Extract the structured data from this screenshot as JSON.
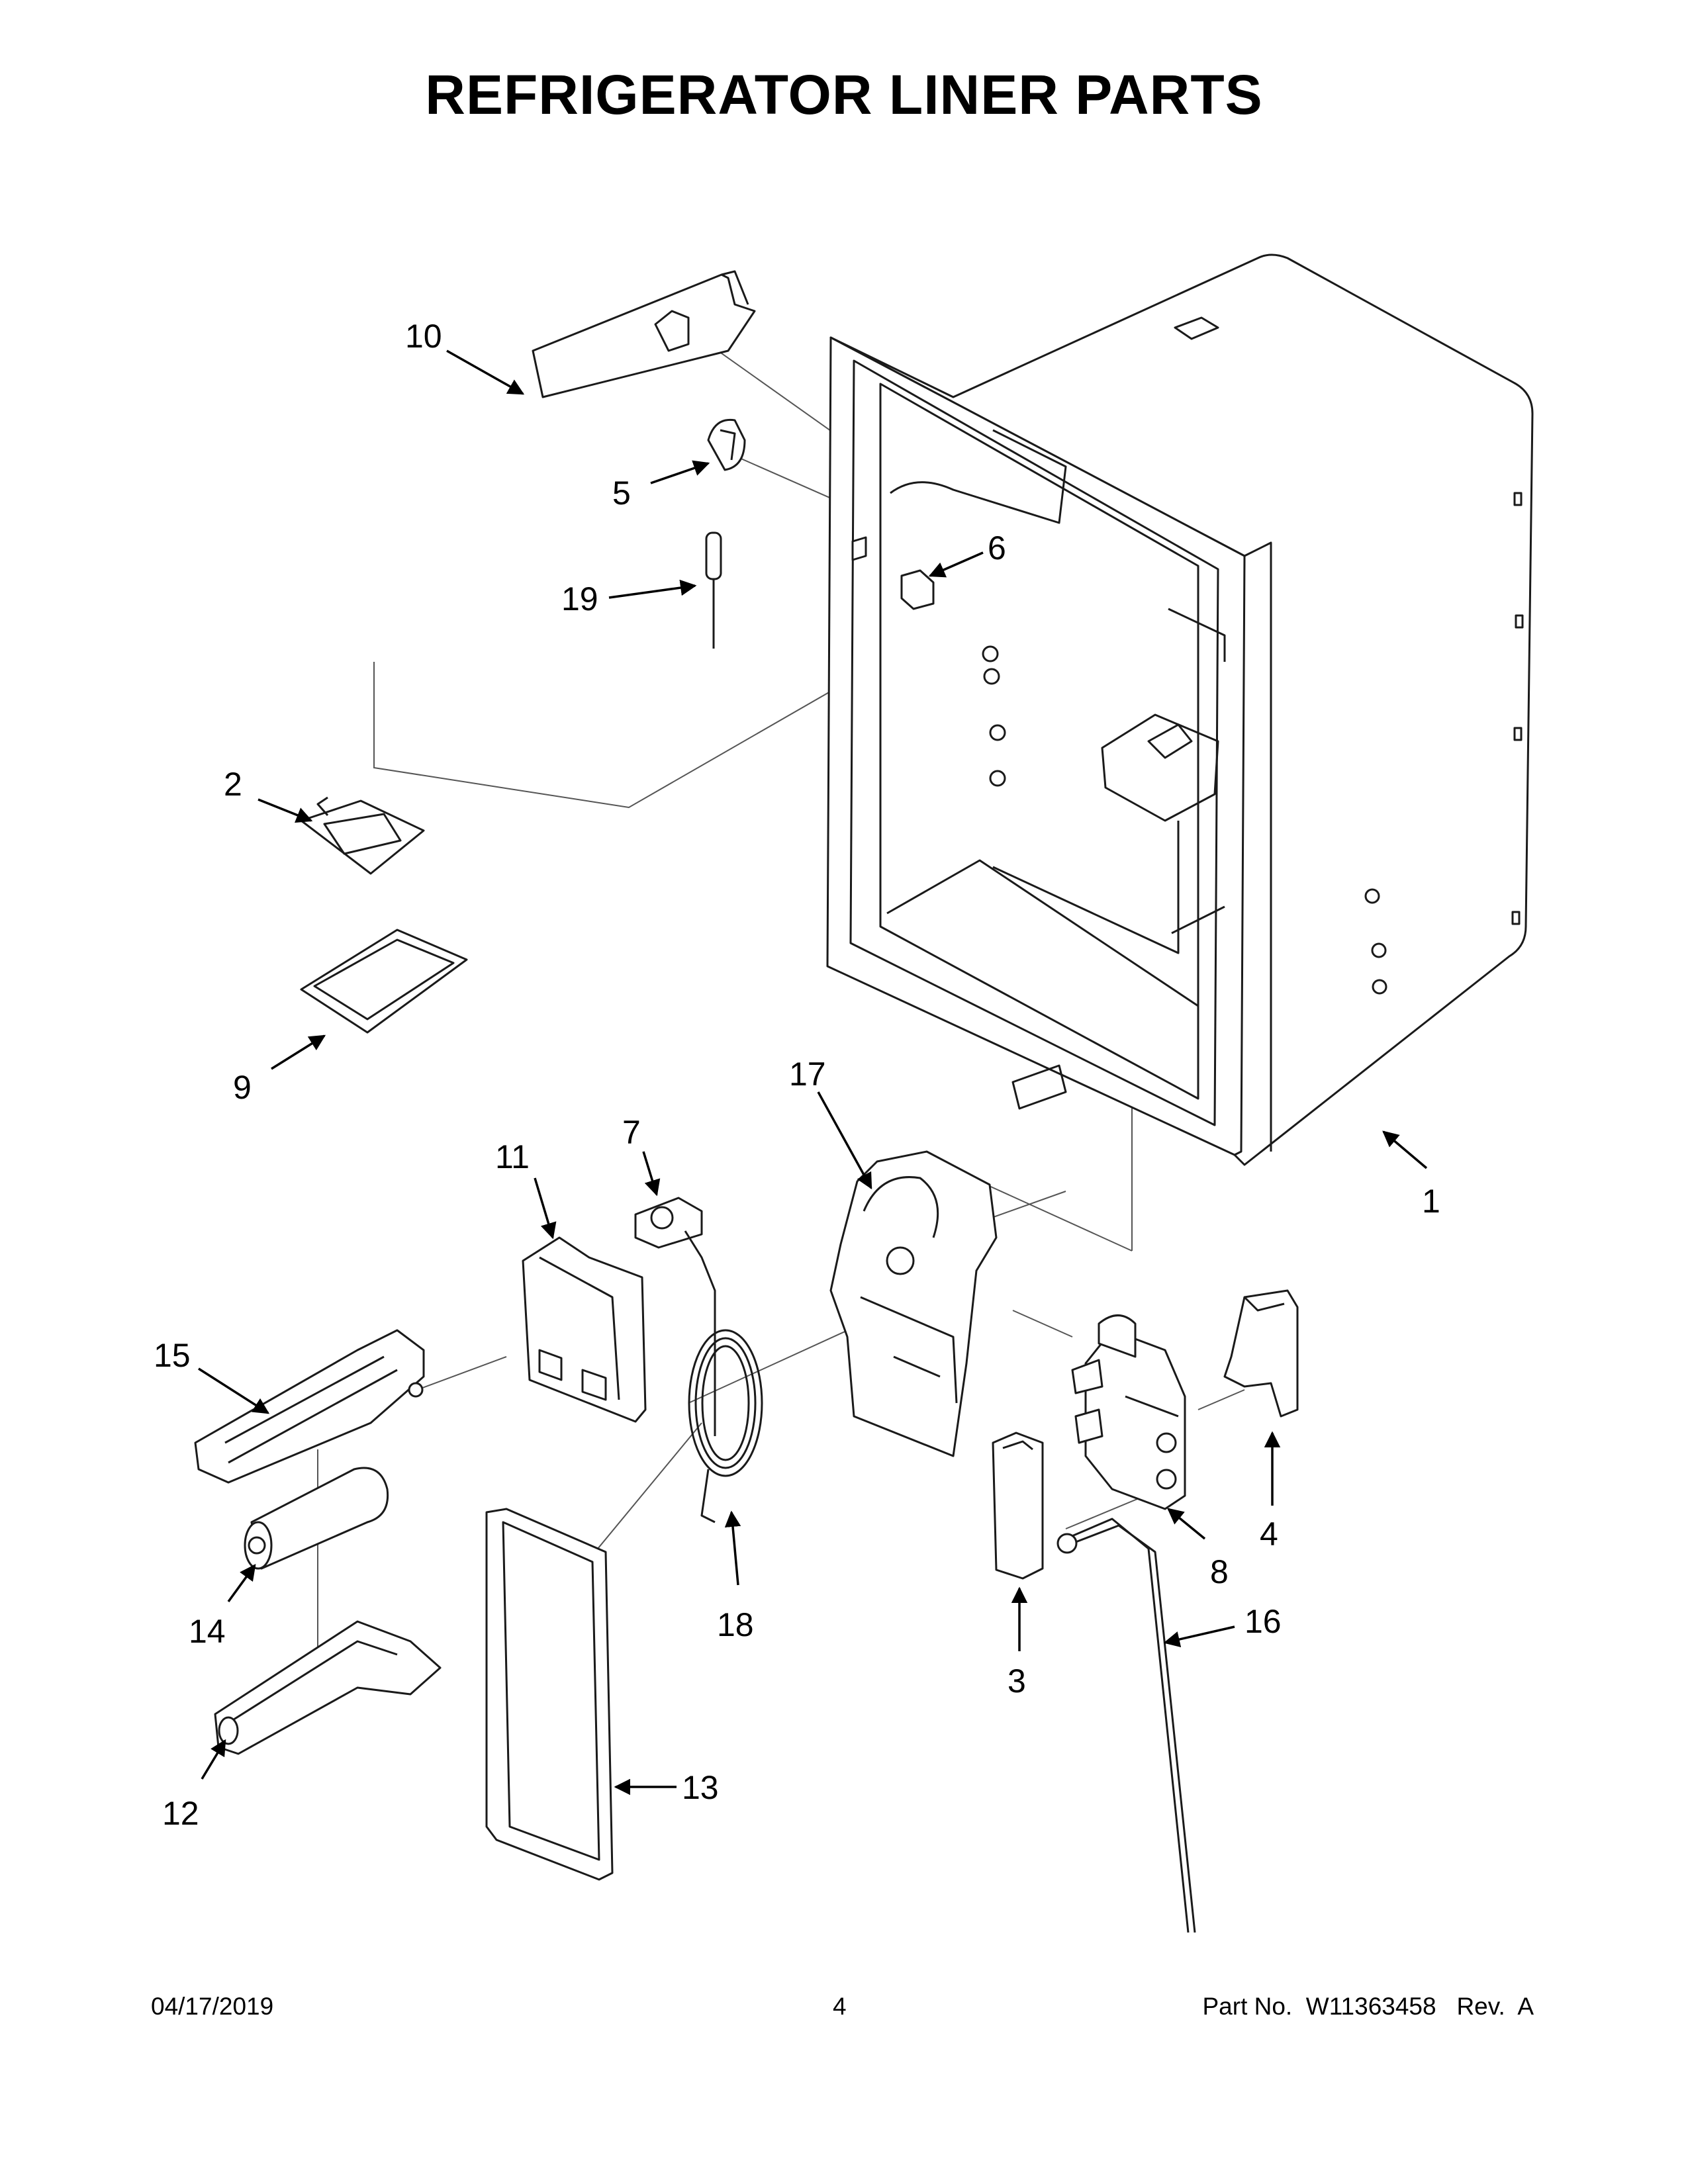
{
  "title": "REFRIGERATOR LINER PARTS",
  "footer": {
    "date": "04/17/2019",
    "page": "4",
    "part_label": "Part No.",
    "part_number": "W11363458",
    "rev_label": "Rev.",
    "rev": "A"
  },
  "callouts": {
    "c1": "1",
    "c2": "2",
    "c3": "3",
    "c4": "4",
    "c5": "5",
    "c6": "6",
    "c7": "7",
    "c8": "8",
    "c9": "9",
    "c10": "10",
    "c11": "11",
    "c12": "12",
    "c13": "13",
    "c14": "14",
    "c15": "15",
    "c16": "16",
    "c17": "17",
    "c18": "18",
    "c19": "19"
  }
}
